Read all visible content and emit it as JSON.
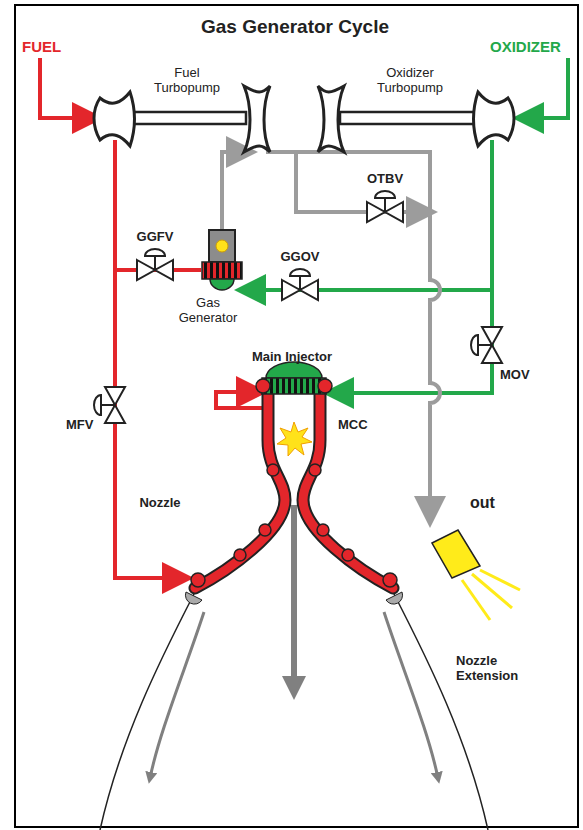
{
  "diagram": {
    "title": "Gas Generator Cycle",
    "labels": [
      "FUEL",
      "OXIDIZER",
      "Fuel Turbopump",
      "Oxidizer Turbopump",
      "OTBV",
      "GGFV",
      "GGOV",
      "Gas Generator",
      "Main Injector",
      "MOV",
      "MFV",
      "MCC",
      "Nozzle",
      "out",
      "Nozzle Extension"
    ]
  }
}
